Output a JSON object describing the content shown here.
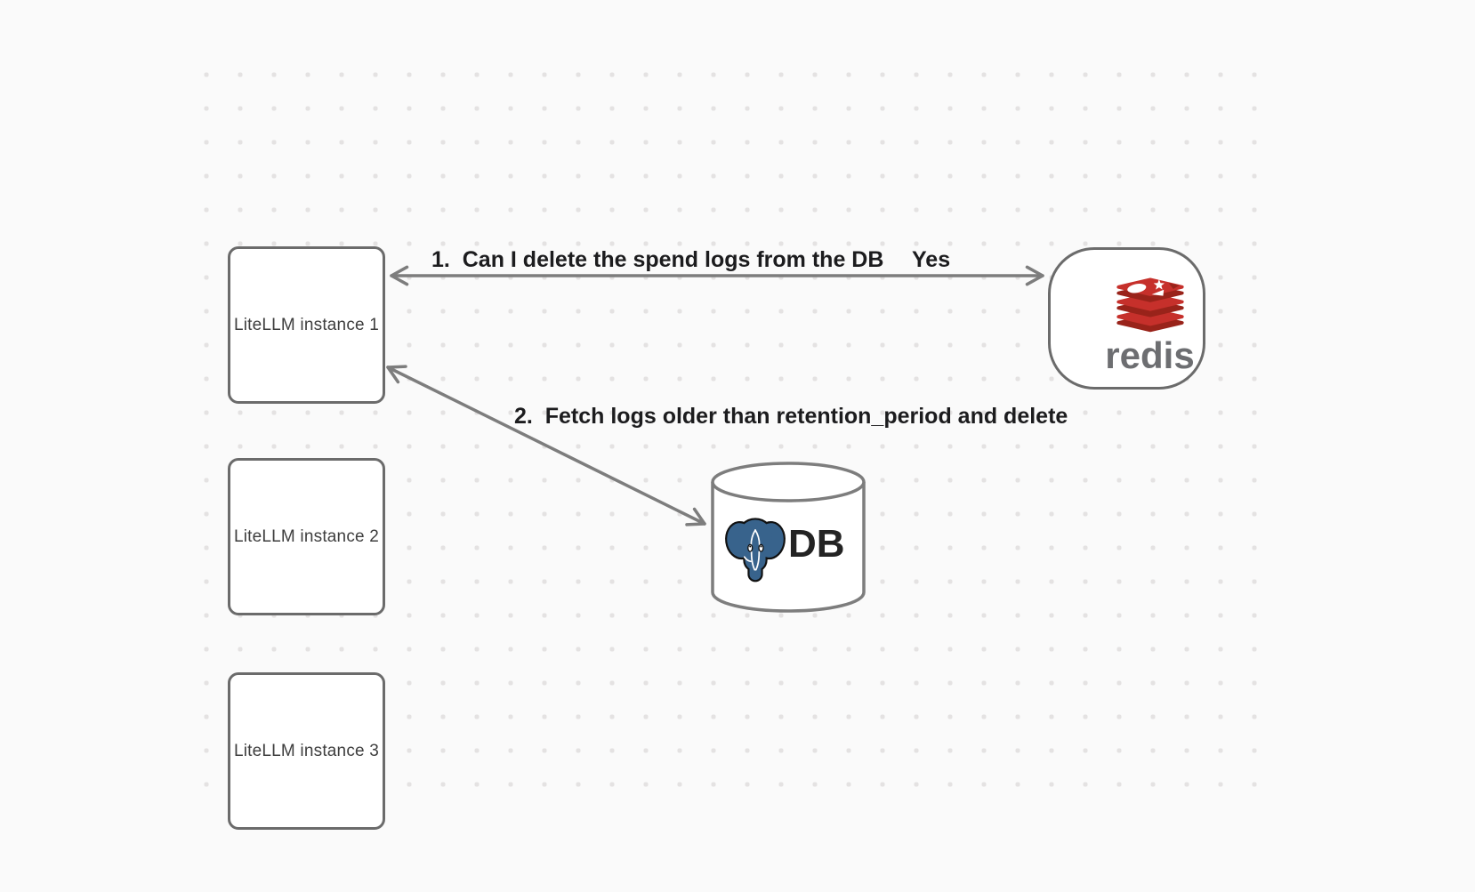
{
  "canvas": {
    "background_color": "#fafafa",
    "dot_color": "#e4e2e2"
  },
  "nodes": {
    "instances": [
      {
        "label": "LiteLLM instance 1"
      },
      {
        "label": "LiteLLM instance 2"
      },
      {
        "label": "LiteLLM instance 3"
      }
    ],
    "redis": {
      "wordmark": "redis",
      "logo": "redis-logo"
    },
    "database": {
      "label": "DB",
      "logo": "postgresql-logo"
    }
  },
  "edges": {
    "redis_query": {
      "label": "1.  Can I delete the spend logs from the DB",
      "response": "Yes",
      "from": "LiteLLM instance 1",
      "to": "redis",
      "style": "double-headed-arrow"
    },
    "db_fetch": {
      "label": "2.  Fetch logs older than retention_period and delete",
      "from": "LiteLLM instance 1",
      "to": "DB",
      "style": "double-headed-arrow"
    }
  },
  "colors": {
    "arrow": "#7d7d7d",
    "shape_border": "#6b6b6b",
    "label_text": "#1c1c1e",
    "redis_red": "#c6302b",
    "redis_dark_red": "#99231a",
    "redis_wordmark_gray": "#6d6e71",
    "postgres_blue": "#38638c",
    "db_text": "#232323"
  }
}
